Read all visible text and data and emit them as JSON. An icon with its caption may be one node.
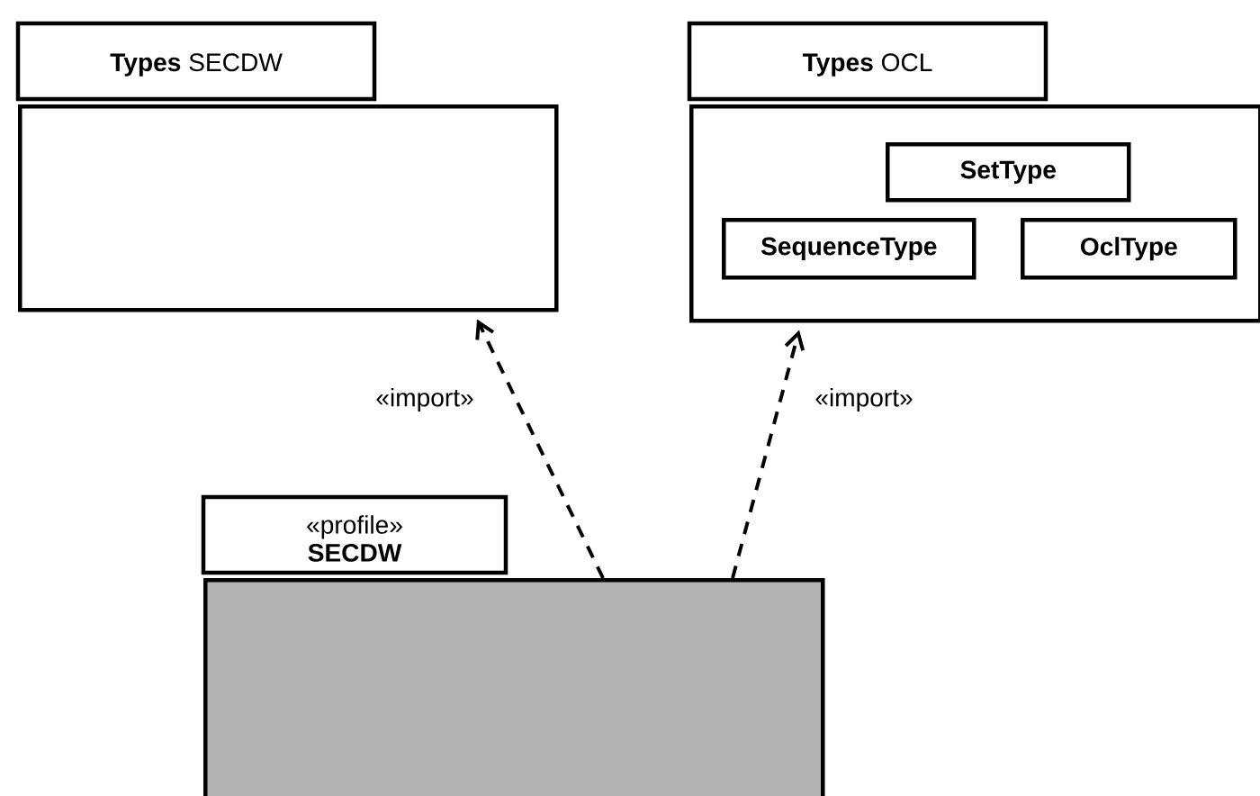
{
  "diagram": {
    "nodes": [
      {
        "text": [
          "**Types** SECDW"
        ]
      },
      {
        "text": [
          "**Types** OCL"
        ]
      },
      {
        "text": [
          "SetType"
        ],
        "in": 1
      },
      {
        "text": [
          "SequenceType"
        ],
        "in": 1
      },
      {
        "text": [
          "OclType"
        ],
        "in": 1
      },
      {
        "text": [
          "«profile»",
          "SECDW"
        ]
      }
    ],
    "edges": [
      {
        "from": 5,
        "to": 0,
        "arrow": "to",
        "label": "«import»",
        "style": "dashed"
      },
      {
        "from": 5,
        "to": 1,
        "arrow": "to",
        "label": "«import»",
        "style": "dashed"
      }
    ]
  }
}
